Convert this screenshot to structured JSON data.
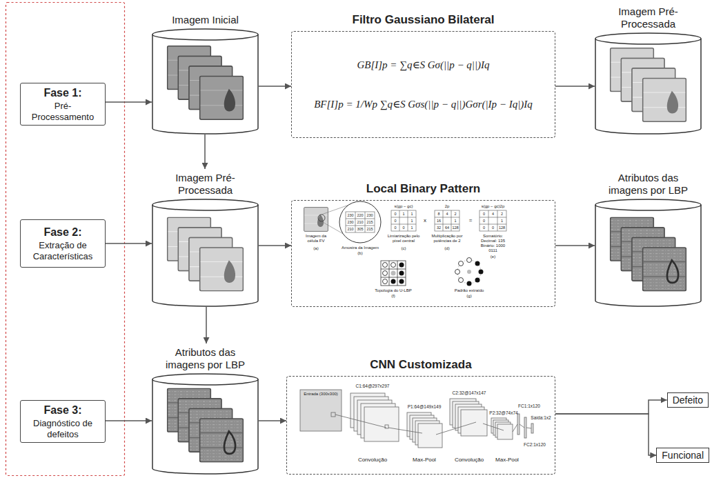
{
  "diagram": {
    "nodes": [
      {
        "text": [
          "Fase 1:",
          "Pré-Processamento"
        ]
      },
      {
        "text": [
          "Fase 2:",
          "Extração de Características"
        ]
      },
      {
        "text": [
          "Fase 3:",
          "Diagnóstico de defeitos"
        ]
      },
      {
        "text": [
          "Imagem Inicial"
        ]
      },
      {
        "text": [
          "Filtro Gaussiano Bilateral",
          "GB[I]p = ∑q∈S Gσ(||p − q||)Iq",
          "BF[I]p = 1/Wp ∑q∈S Gσs(||p − q||)Gσr(|Ip − Iq|)Iq"
        ]
      },
      {
        "text": [
          "Imagem Pré-Processada"
        ]
      },
      {
        "text": [
          "Imagem Pré-Processada"
        ]
      },
      {
        "text": [
          "Local Binary Pattern"
        ]
      },
      {
        "text": [
          "Atributos das imagens por LBP"
        ]
      },
      {
        "text": [
          "Atributos das imagens por LBP"
        ]
      },
      {
        "text": [
          "CNN Customizada"
        ]
      },
      {
        "text": [
          "Defeito"
        ]
      },
      {
        "text": [
          "Funcional"
        ]
      }
    ],
    "edges": [
      {
        "from": 0,
        "to": 3,
        "arrow": "to"
      },
      {
        "from": 1,
        "to": 6,
        "arrow": "to"
      },
      {
        "from": 2,
        "to": 9,
        "arrow": "to"
      },
      {
        "from": 3,
        "to": 4,
        "arrow": "to"
      },
      {
        "from": 4,
        "to": 5,
        "arrow": "to"
      },
      {
        "from": 3,
        "to": 6,
        "arrow": "to"
      },
      {
        "from": 6,
        "to": 7,
        "arrow": "to"
      },
      {
        "from": 7,
        "to": 8,
        "arrow": "to"
      },
      {
        "from": 6,
        "to": 9,
        "arrow": "to"
      },
      {
        "from": 9,
        "to": 10,
        "arrow": "to"
      },
      {
        "from": 10,
        "to": 11,
        "arrow": "to"
      },
      {
        "from": 10,
        "to": 12,
        "arrow": "to"
      }
    ],
    "labels": [
      "Imagem da célula FV",
      "(a)",
      "230",
      "220",
      "230",
      "230",
      "210",
      "215",
      "210",
      "305",
      "215",
      "Amostra da Imagem",
      "(b)",
      "s(gp − gc)",
      "0",
      "1",
      "1",
      "0",
      "1",
      "0",
      "0",
      "1",
      "Limiarização pelo pixel central",
      "(c)",
      "x",
      "2p",
      "8",
      "4",
      "2",
      "16",
      "1",
      "32",
      "64",
      "128",
      "Multiplicação por potências de 2",
      "(d)",
      "=",
      "s(gp − gc)2p",
      "0",
      "4",
      "2",
      "0",
      "1",
      "0",
      "0",
      "128",
      "Somatório: Decimal: 135 Binário: 1000 0111",
      "(e)",
      "Topologia do U-LBP",
      "(f)",
      "Padrão extraído",
      "(g)",
      "Entrada (300x300)",
      "C1:64@297x297",
      "P1:64@149x149",
      "C2:32@147x147",
      "P2:32@74x74",
      "FC1:1x120",
      "Saída:1x2",
      "FC2:1x120",
      "Convolução",
      "Max-Pool",
      "Convolução",
      "Max-Pool"
    ]
  }
}
